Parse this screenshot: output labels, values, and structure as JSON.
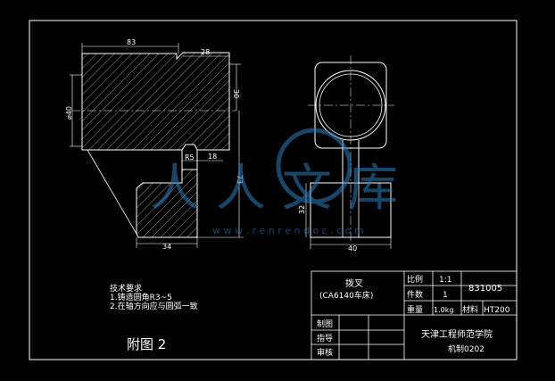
{
  "drawing": {
    "part_name": "拨叉",
    "machine": "(CA6140车床)",
    "figure_label": "附图 2",
    "notes_title": "技术要求",
    "notes": [
      "1.铸造圆角R3~5",
      "2.在轴方向应与圆弧一致"
    ],
    "watermark_cn": "人人文库",
    "watermark_url": "w w w . r e n r e n d o c . c o m"
  },
  "dimensions": {
    "overall_width": "83",
    "top_step": "28",
    "right_height": "30",
    "diameter": "⌀40",
    "slot_width": "18",
    "total_height": "73",
    "small_radius": "R5",
    "bottom_width": "34",
    "side_height": "32",
    "side_width": "40"
  },
  "title_block": {
    "scale_label": "比例",
    "scale_value": "1:1",
    "qty_label": "件数",
    "qty_value": "1",
    "weight_label": "重量",
    "weight_value": "1.0kg",
    "material_label": "材料",
    "material_value": "HT200",
    "drawing_no": "831005",
    "drafter_label": "制图",
    "guide_label": "指导",
    "review_label": "审核",
    "school": "天津工程师范学院",
    "class": "机制0202"
  }
}
